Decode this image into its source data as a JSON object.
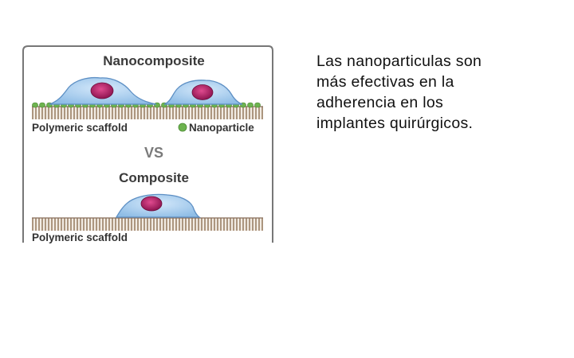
{
  "diagram": {
    "top_panel": {
      "title": "Nanocomposite",
      "scaffold_label": "Polymeric scaffold",
      "legend_label": "Nanoparticle"
    },
    "separator": "VS",
    "bottom_panel": {
      "title": "Composite",
      "scaffold_label": "Polymeric scaffold"
    },
    "colors": {
      "cell_fill": "#a9cdee",
      "cell_stroke": "#5d8fc4",
      "nucleus": "#b8236b",
      "nanoparticle": "#6db34f",
      "scaffold": "#9a8166",
      "frame": "#777777"
    }
  },
  "caption": {
    "lines": [
      "Las nanoparticulas son",
      "más efectivas en la",
      "adherencia en los",
      "implantes quirúrgicos."
    ]
  }
}
